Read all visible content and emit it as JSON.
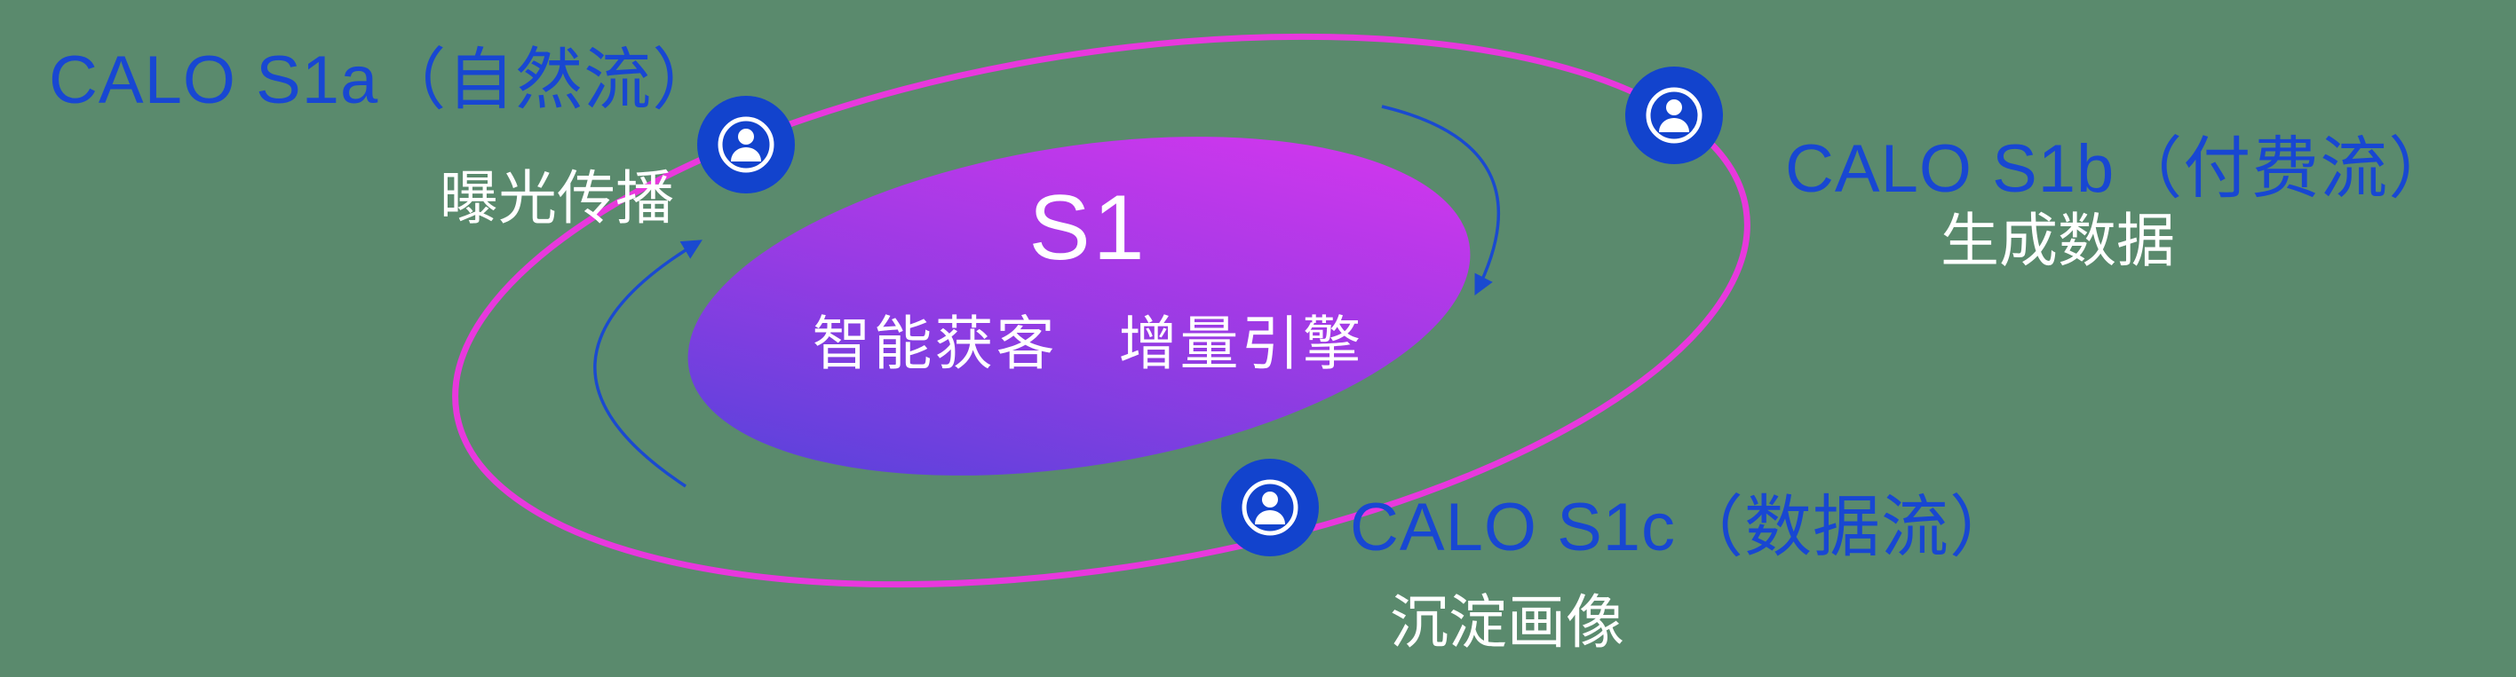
{
  "diagram": {
    "background_color": "#5a8a6d",
    "center": {
      "title": "S1",
      "subtitle": "智能获客　增量引擎"
    },
    "nodes": [
      {
        "id": "s1a",
        "label": "CALO S1a（自然流）",
        "sublabel": "曝光传播",
        "icon": "user-icon",
        "position": "top-left"
      },
      {
        "id": "s1b",
        "label": "CALO S1b（付费流）",
        "sublabel": "生成数据",
        "icon": "user-icon",
        "position": "top-right"
      },
      {
        "id": "s1c",
        "label": "CALO S1c（数据流）",
        "sublabel": "沉淀画像",
        "icon": "user-icon",
        "position": "bottom-center"
      }
    ],
    "colors": {
      "background_green": "#5a8a6d",
      "label_blue": "#1847d2",
      "subtitle_white": "#ffffff",
      "orbit_ring_pink": "#e838dd",
      "node_blue": "#1243cd",
      "core_gradient_start": "#4a44d9",
      "core_gradient_mid": "#9a3be4",
      "core_gradient_end": "#e135f0",
      "arrow_blue": "#1a4ad0"
    }
  }
}
